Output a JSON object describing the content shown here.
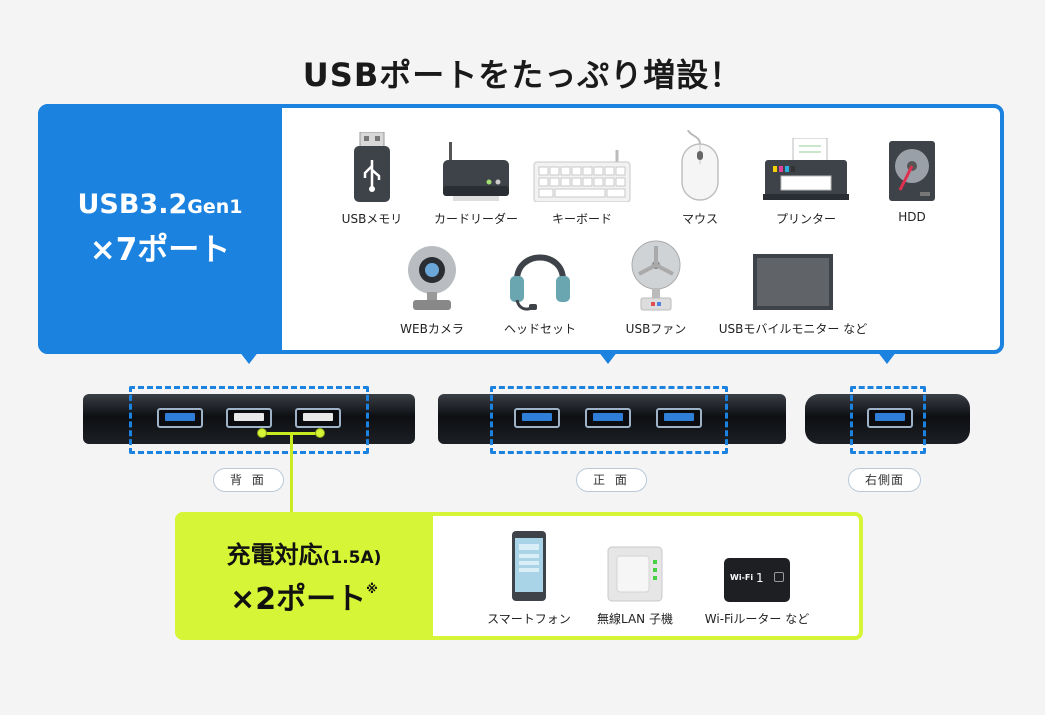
{
  "headline": "USBポートをたっぷり増設！",
  "usb_section": {
    "title_main": "USB3.2",
    "title_gen": "Gen1",
    "title_count": "×7ポート",
    "devices": [
      {
        "name": "USBメモリ",
        "icon": "usb-memory-icon"
      },
      {
        "name": "カードリーダー",
        "icon": "card-reader-icon"
      },
      {
        "name": "キーボード",
        "icon": "keyboard-icon"
      },
      {
        "name": "マウス",
        "icon": "mouse-icon"
      },
      {
        "name": "プリンター",
        "icon": "printer-icon"
      },
      {
        "name": "HDD",
        "icon": "hdd-icon"
      },
      {
        "name": "WEBカメラ",
        "icon": "webcam-icon"
      },
      {
        "name": "ヘッドセット",
        "icon": "headset-icon"
      },
      {
        "name": "USBファン",
        "icon": "usb-fan-icon"
      },
      {
        "name": "USBモバイルモニター など",
        "icon": "mobile-monitor-icon"
      }
    ]
  },
  "hub_labels": {
    "back": "背 面",
    "front": "正 面",
    "right": "右側面"
  },
  "charge_section": {
    "title_main": "充電対応",
    "title_spec": "(1.5A)",
    "title_count": "×2ポート",
    "footnote_mark": "※",
    "devices": [
      {
        "name": "スマートフォン",
        "icon": "smartphone-icon"
      },
      {
        "name": "無線LAN 子機",
        "icon": "wireless-lan-adapter-icon"
      },
      {
        "name": "Wi-Fiルーター など",
        "icon": "wifi-router-icon"
      }
    ],
    "router_screen_text": "Wi-Fi",
    "router_screen_num": "1"
  },
  "colors": {
    "usb_blue": "#1c82e0",
    "charge_green": "#d6f536"
  }
}
